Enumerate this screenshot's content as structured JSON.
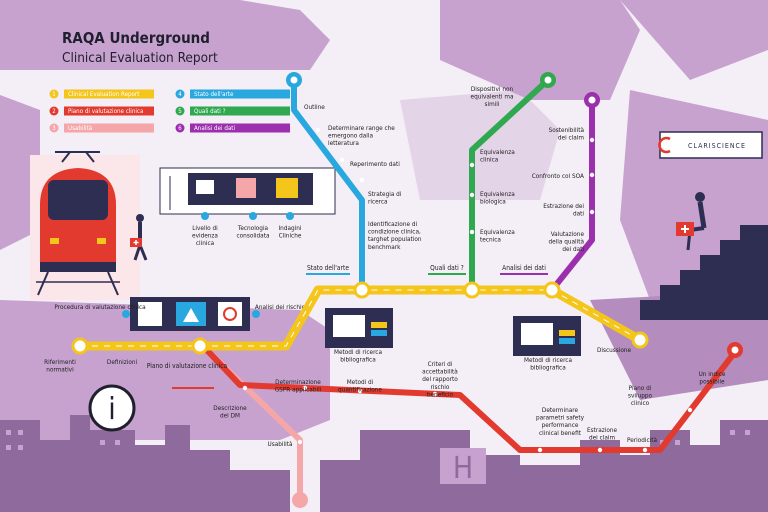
{
  "header": {
    "title": "RAQA Underground",
    "subtitle": "Clinical Evaluation Report"
  },
  "legend": [
    {
      "num": "1",
      "label": "Clinical Evaluation Report",
      "color": "#f4c51b"
    },
    {
      "num": "2",
      "label": "Piano di valutazione clinica",
      "color": "#e23a2e"
    },
    {
      "num": "3",
      "label": "Usabilità",
      "color": "#f4a6a9"
    },
    {
      "num": "4",
      "label": "Stato dell'arte",
      "color": "#29a8e0"
    },
    {
      "num": "5",
      "label": "Quali dati ?",
      "color": "#2fa84f"
    },
    {
      "num": "6",
      "label": "Analisi dei dati",
      "color": "#9b2fae"
    }
  ],
  "brand": {
    "name": "CLARISCIENCE"
  },
  "panel_top": {
    "items": [
      "Livello di evidenza clinica",
      "Tecnologia consolidata",
      "Indagini Cliniche"
    ]
  },
  "panel_mid": {
    "items": [
      "Procedura di valutazione clinica",
      "Analisi dei rischio"
    ]
  },
  "yellow_line": {
    "stations": [
      "Riferimenti normativi",
      "Definizioni",
      "Piano di valutazione clinica",
      "Discussione"
    ]
  },
  "blue_line": {
    "header": "Stato dell'arte",
    "stations": [
      "Outline",
      "Determinare range che emergono dalla letteratura",
      "Reperimento dati",
      "Strategia di ricerca",
      "Identificazione di condizione clinica, targhet population benchmark"
    ],
    "book_label": "Metodi di ricerca bibliografica"
  },
  "green_line": {
    "header": "Quali dati ?",
    "stations": [
      "Dispositivi non equivalenti ma simili",
      "Equivalenza clinica",
      "Equivalenza biologica",
      "Equivalenza tecnica"
    ]
  },
  "purple_line": {
    "header": "Analisi dei dati",
    "stations": [
      "Sostenibilità dei claim",
      "Confronto col SOA",
      "Estrazione dei dati",
      "Valutazione della qualità dei dati"
    ],
    "book_label": "Metodi di ricerca bibliografica"
  },
  "red_line": {
    "stations": [
      "Descrizione del DM",
      "Determinazione GSPR applicabili",
      "Metodi di quantificazione",
      "Criteri di accettabilità del rapporto rischio beneficio",
      "Determinare parametri safety performance clinical benefit",
      "Estrazione dei claim",
      "Periodicità",
      "Piano di sviluppo clinico",
      "Un indice possibile"
    ]
  },
  "pink_line": {
    "stations": [
      "Usabilità"
    ]
  },
  "info": {
    "symbol": "i"
  },
  "h_sign": {
    "letter": "H"
  },
  "colors": {
    "yellow": "#f4c51b",
    "red": "#e23a2e",
    "pink": "#f4a6a9",
    "blue": "#29a8e0",
    "green": "#2fa84f",
    "purple": "#9b2fae",
    "bg": "#f4eef6",
    "violet": "#c7a2cf"
  }
}
